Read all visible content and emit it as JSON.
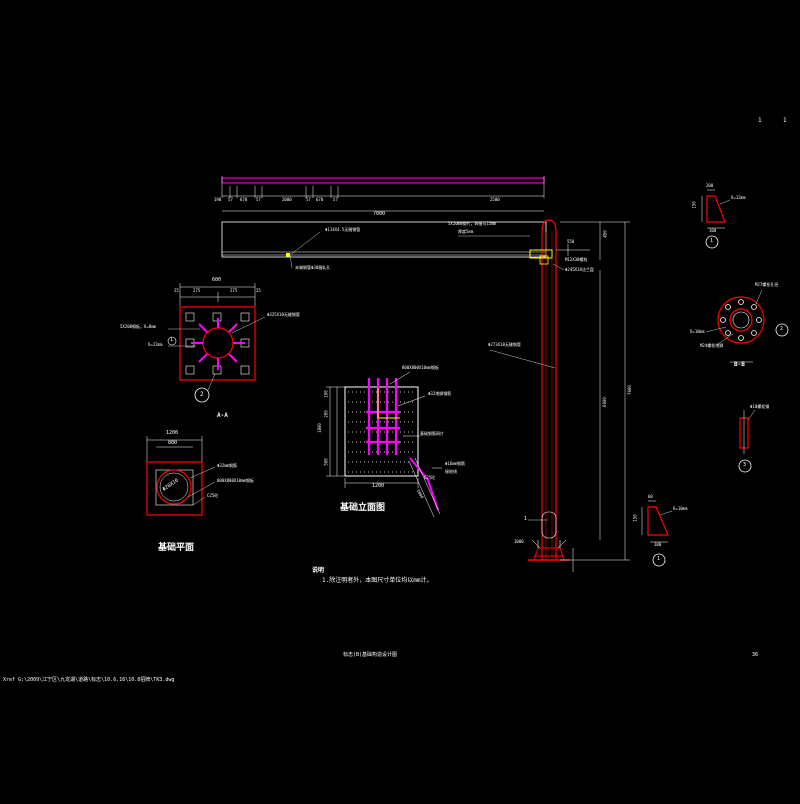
{
  "colors": {
    "background": "#000000",
    "outline": "#ffffff",
    "pole": "#ff0000",
    "rebar": "#ff00ff",
    "bolt": "#ffff00",
    "dimension": "#ffffff"
  },
  "page": {
    "corner_marks": [
      "1",
      "1"
    ],
    "sheet_number": "36",
    "drawing_title": "标志(B)基础构造设计图",
    "file_path": "Xref G:\\2009\\江宁区\\九龙湖\\道路\\标志\\10.6.16\\10.8招牌\\TK3.dwg"
  },
  "arm": {
    "segment_dims": [
      "190",
      "57",
      "670",
      "57",
      "2000",
      "57",
      "670",
      "57",
      "2500"
    ],
    "total_length": "7000",
    "pipe_label": "Φ114X4.5无缝钢管",
    "end_plate_label": "末端钢管Φ38缝轧孔",
    "cap_label": "5X20mm钢片，焊接与15mm",
    "cap_label2": "厚度5mm",
    "bolt_label": "M12X30螺栓",
    "flange_label": "Φ245X18法兰盘"
  },
  "pole": {
    "label": "Φ273X10无缝钢管",
    "dim_top": "450",
    "dim_right": "550",
    "dim_lower": "6000",
    "dim_total": "7000",
    "dim_base": "1000",
    "detail_mark": "1"
  },
  "section_a": {
    "title": "A-A",
    "width": "600",
    "dims": [
      "25",
      "275",
      "275",
      "25"
    ],
    "stiffener_label": "5X200钢板，δ=8mm",
    "thickness_label": "δ=22mm",
    "pipe_label": "Φ325X10无缝钢管",
    "callout_1": "1",
    "callout_2": "2"
  },
  "plan": {
    "title": "基础平面",
    "outer_dim": "1200",
    "inner_dim": "800",
    "bar_label": "Φ32mm钢筋",
    "plate_label": "800X800X10mm钢板",
    "concrete_label": "C25砼",
    "center_label": "Φ20X16"
  },
  "elevation": {
    "title": "基础立面图",
    "plate_label": "800X800X10mm钢板",
    "bar_label": "Φ32地脚钢筋",
    "mesh_label": "基础钢筋网片",
    "conduit_label": "Φ16mm钢筋",
    "conduit_label2": "接地线",
    "concrete_label": "C25砼",
    "width_dim": "1200",
    "height_dim": "1800",
    "side_dims": [
      "100",
      "200",
      "500"
    ],
    "slope_dim": "1000"
  },
  "details": {
    "d1": {
      "mark": "1",
      "top": "200",
      "side": "150",
      "label": "δ=12mm",
      "bottom": "100"
    },
    "d2": {
      "mark": "2",
      "ring_label": "M27螺栓孔径",
      "plate_label": "δ=18mm",
      "bolt_label": "M24螺栓地脚",
      "title": "B-B"
    },
    "d3": {
      "mark": "3",
      "label": "Φ10螺栓钢"
    },
    "d4": {
      "mark": "1",
      "top": "60",
      "side": "150",
      "label": "δ=10mm",
      "bottom": "100"
    }
  },
  "notes": {
    "heading": "说明",
    "line1": "1.除注明者外，本图尺寸单位均以mm计。"
  }
}
